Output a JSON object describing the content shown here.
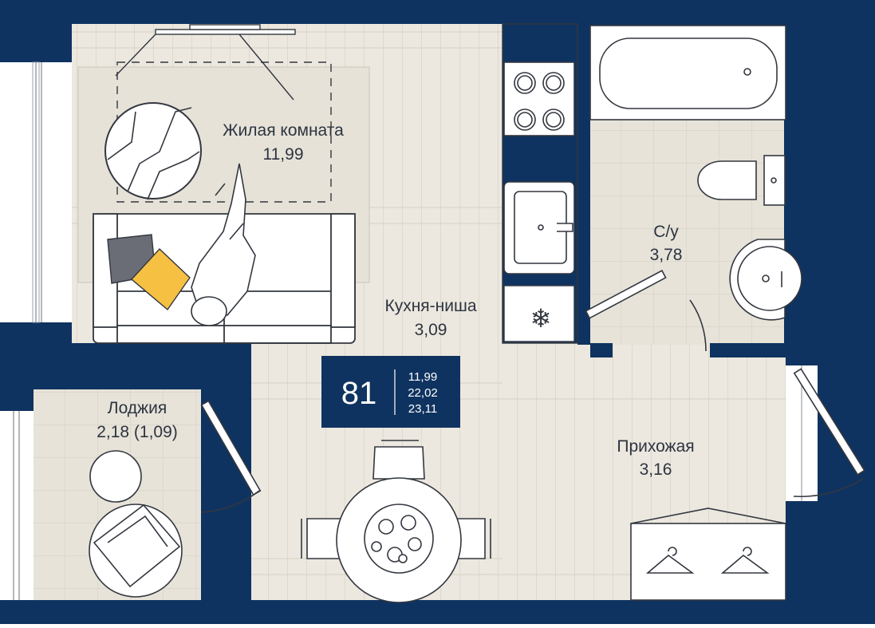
{
  "colors": {
    "wall": "#0f3360",
    "floor_light": "#ece8df",
    "floor_tile": "#e7e3d9",
    "line": "#c9c5bb",
    "furniture_stroke": "#33373f",
    "pillow_dark": "#6b6d76",
    "pillow_yellow": "#f6c043",
    "badge_bg": "#0f3360"
  },
  "rooms": {
    "living": {
      "name": "Жилая комната",
      "area": "11,99"
    },
    "kitchen": {
      "name": "Кухня-ниша",
      "area": "3,09"
    },
    "bathroom": {
      "name": "С/у",
      "area": "3,78"
    },
    "hallway": {
      "name": "Прихожая",
      "area": "3,16"
    },
    "loggia": {
      "name": "Лоджия",
      "area": "2,18 (1,09)"
    }
  },
  "badge": {
    "apartment_number": "81",
    "areas": [
      "11,99",
      "22,02",
      "23,11"
    ]
  },
  "icons": {
    "fridge": "snowflake-icon",
    "wardrobe": "hanger-icon"
  }
}
